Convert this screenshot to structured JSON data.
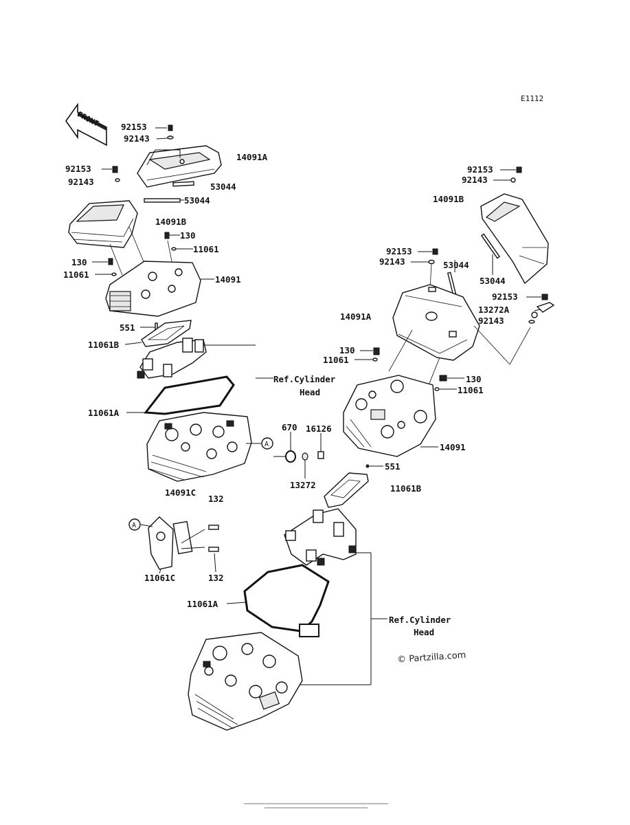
{
  "diagram_code": "E1112",
  "front_label": "FRONT",
  "watermark": "© Partzilla.com",
  "ref_callout": "A",
  "labels": {
    "l_92153_a": "92153",
    "l_92143_a": "92143",
    "l_14091A_a": "14091A",
    "l_92153_b": "92153",
    "l_92143_b": "92143",
    "l_53044_a": "53044",
    "l_53044_b": "53044",
    "l_14091B_a": "14091B",
    "l_130_a": "130",
    "l_11061_a": "11061",
    "l_130_b": "130",
    "l_11061_b": "11061",
    "l_14091_a": "14091",
    "l_551_a": "551",
    "l_11061B_a": "11061B",
    "l_ref_a1": "Ref.Cylinder",
    "l_ref_a2": "Head",
    "l_11061A_a": "11061A",
    "l_670": "670",
    "l_16126": "16126",
    "l_13272": "13272",
    "l_14091C": "14091C",
    "l_132_a": "132",
    "l_11061C": "11061C",
    "l_132_b": "132",
    "l_92153_c": "92153",
    "l_92143_c": "92143",
    "l_14091B_b": "14091B",
    "l_92153_d": "92153",
    "l_92143_d": "92143",
    "l_53044_c": "53044",
    "l_53044_d": "53044",
    "l_92153_e": "92153",
    "l_13272A": "13272A",
    "l_92143_e": "92143",
    "l_14091A_b": "14091A",
    "l_130_c": "130",
    "l_11061_c": "11061",
    "l_130_d": "130",
    "l_11061_d": "11061",
    "l_14091_b": "14091",
    "l_551_b": "551",
    "l_11061B_b": "11061B",
    "l_11061A_b": "11061A",
    "l_ref_b1": "Ref.Cylinder",
    "l_ref_b2": "Head"
  }
}
